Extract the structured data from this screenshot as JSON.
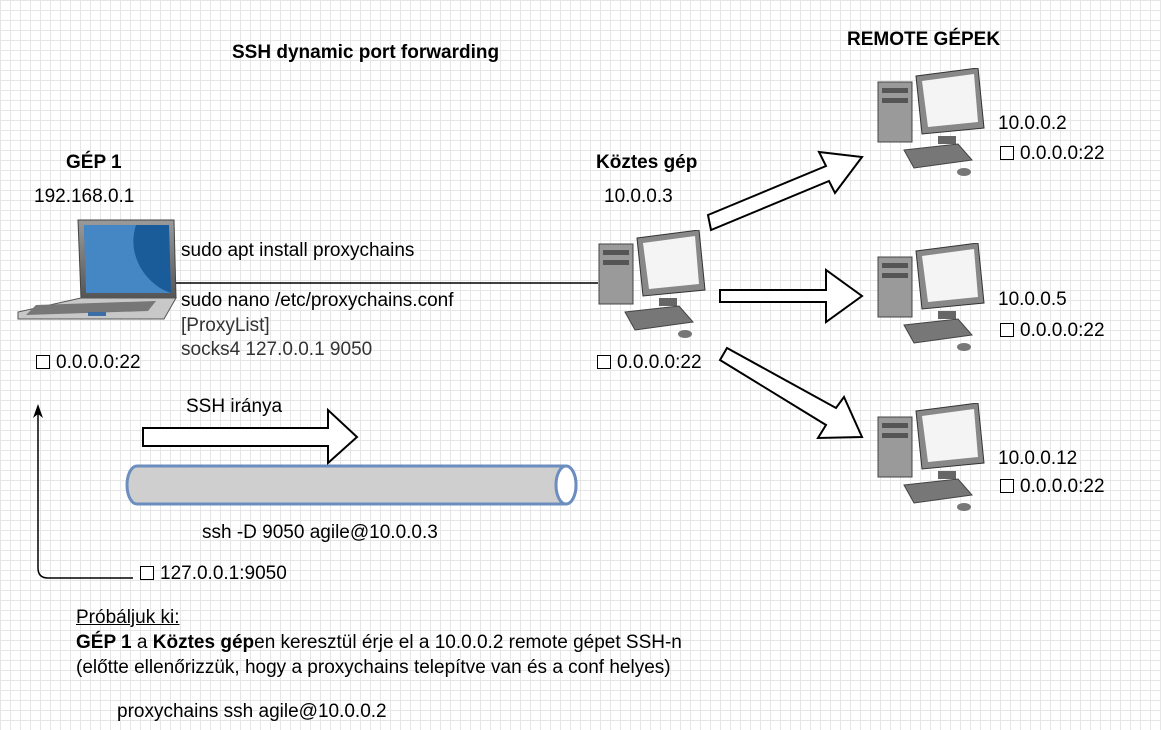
{
  "title": "SSH dynamic port forwarding",
  "remote_heading": "REMOTE GÉPEK",
  "gep1": {
    "name": "GÉP 1",
    "ip": "192.168.0.1",
    "port": "0.0.0.0:22",
    "local_port": "127.0.0.1:9050"
  },
  "commands": {
    "install": "sudo apt install proxychains",
    "edit": "sudo nano /etc/proxychains.conf",
    "section": "[ProxyList]",
    "socks": "socks4 127.0.0.1 9050"
  },
  "middle": {
    "name": "Köztes gép",
    "ip": "10.0.0.3",
    "port": "0.0.0.0:22"
  },
  "remotes": [
    {
      "ip": "10.0.0.2",
      "port": "0.0.0.0:22"
    },
    {
      "ip": "10.0.0.5",
      "port": "0.0.0.0:22"
    },
    {
      "ip": "10.0.0.12",
      "port": "0.0.0.0:22"
    }
  ],
  "tunnel": {
    "direction_label": "SSH iránya",
    "command": "ssh -D 9050 agile@10.0.0.3"
  },
  "task": {
    "heading": "Próbáljuk ki:",
    "line1_part1": "GÉP 1",
    "line1_part2": " a ",
    "line1_part3": "Köztes gép",
    "line1_part4": "en keresztül érje el a 10.0.0.2 remote gépet SSH-n",
    "line2": "(előtte ellenőrizzük, hogy a proxychains telepítve van és a conf helyes)",
    "command": "proxychains ssh agile@10.0.0.2"
  }
}
